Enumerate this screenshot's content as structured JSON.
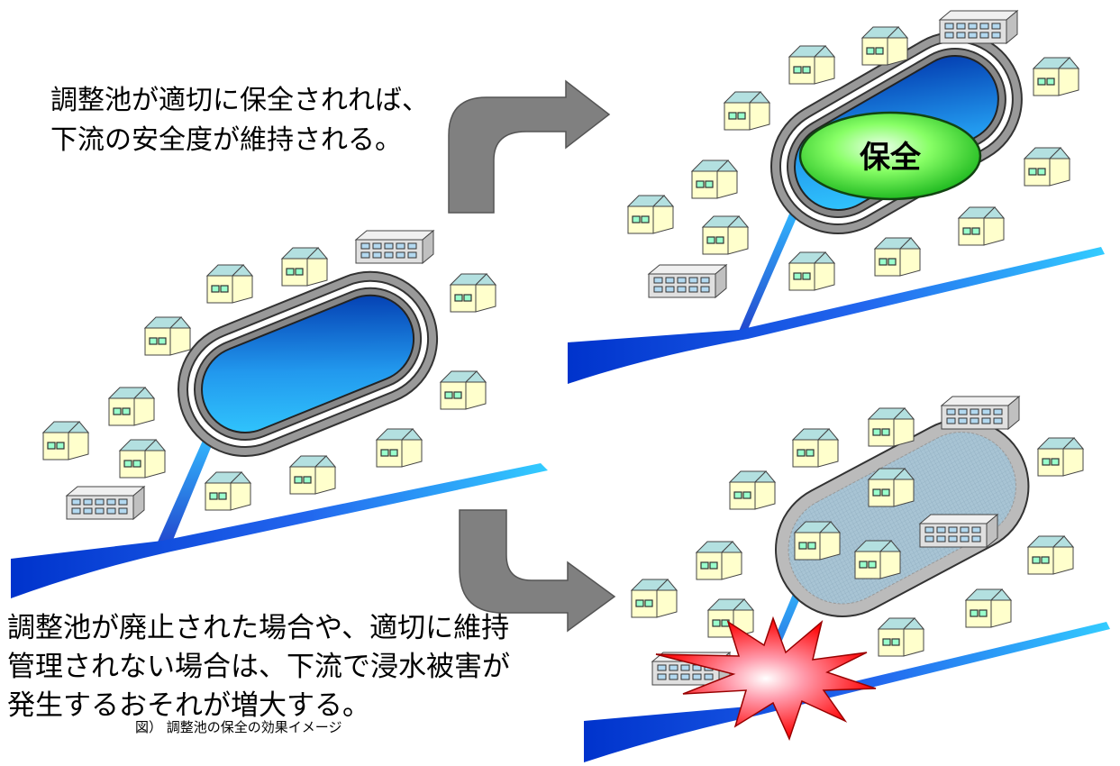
{
  "captions": {
    "top": [
      "調整池が適切に保全されれば、",
      "下流の安全度が維持される。"
    ],
    "bottom": [
      "調整池が廃止された場合や、適切に維持",
      "管理されない場合は、下流で浸水被害が",
      "発生するおそれが増大する。"
    ],
    "figure": "図） 調整池の保全の効果イメージ"
  },
  "labels": {
    "preserved": "保全"
  },
  "colors": {
    "house_wall": "#ffffcc",
    "house_roof": "#b3e0e0",
    "house_window": "#99ffcc",
    "building": "#e0e0e0",
    "water_light": "#33ccff",
    "water_dark": "#0033cc",
    "arrow": "#808080",
    "ellipse_green": "#33ee33",
    "burst_red": "#ff1a1a"
  },
  "icons": [
    "curved-arrow-icon",
    "house-icon",
    "apartment-building-icon",
    "explosion-icon"
  ]
}
